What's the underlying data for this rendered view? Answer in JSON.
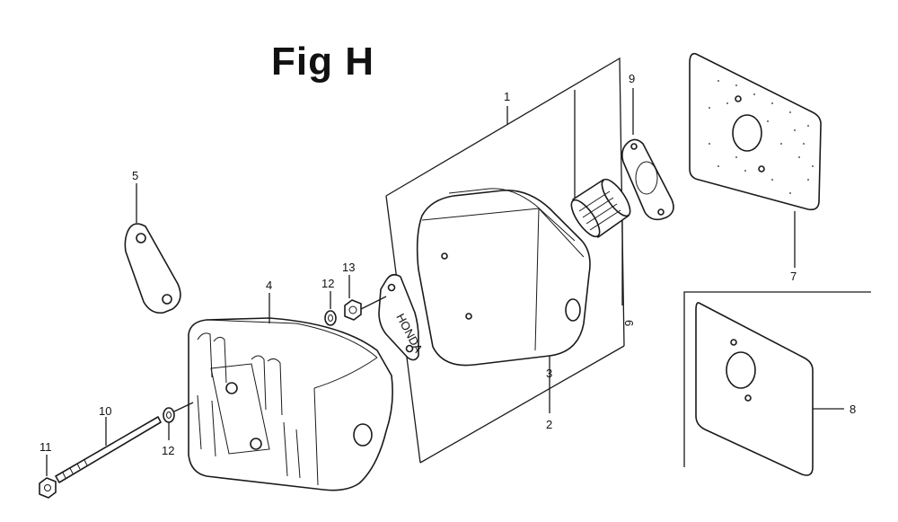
{
  "title": "Fig H",
  "callouts": {
    "c1": "1",
    "c2": "2",
    "c3": "3",
    "c4": "4",
    "c5": "5",
    "c6": "6",
    "c7": "7",
    "c8": "8",
    "c9": "9",
    "c10": "10",
    "c11": "11",
    "c12a": "12",
    "c12b": "12",
    "c13": "13"
  },
  "gasket_label": "HONDA"
}
